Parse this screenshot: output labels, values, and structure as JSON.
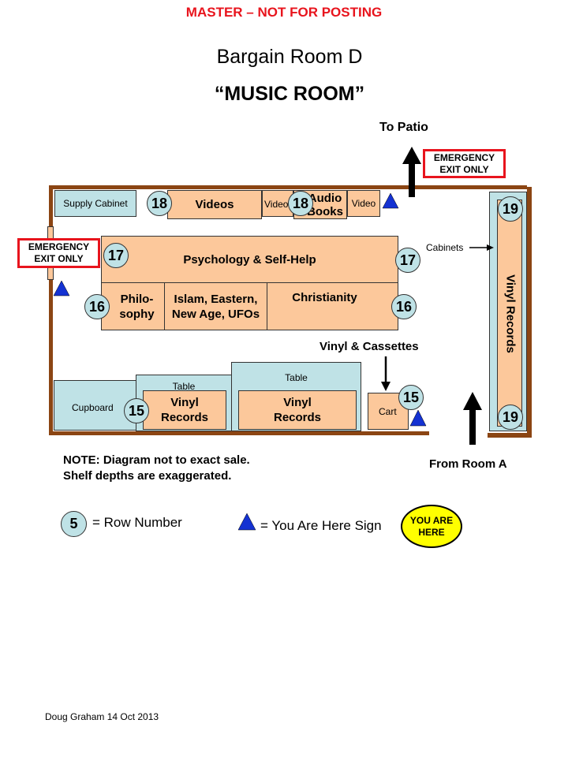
{
  "header": {
    "master": "MASTER – NOT FOR POSTING",
    "room": "Bargain Room D",
    "name": "“MUSIC ROOM”"
  },
  "directions": {
    "to_patio": "To Patio",
    "from_room_a": "From Room A"
  },
  "exits": {
    "top": "EMERGENCY EXIT ONLY",
    "left": "EMERGENCY EXIT ONLY"
  },
  "fixtures": {
    "supply_cabinet": "Supply Cabinet",
    "cupboard": "Cupboard",
    "table1": "Table",
    "table2": "Table",
    "cart": "Cart",
    "cabinets": "Cabinets"
  },
  "shelves": {
    "videos": "Videos",
    "video_small1": "Video",
    "audio_books": "Audio Books",
    "video_small2": "Video",
    "psychology": "Psychology & Self-Help",
    "philosophy": "Philo-sophy",
    "islam": "Islam, Eastern, New Age, UFOs",
    "christianity": "Christianity",
    "vinyl1": "Vinyl Records",
    "vinyl2": "Vinyl Records",
    "vinyl_right": "Vinyl Records"
  },
  "annotations": {
    "vinyl_cassettes": "Vinyl & Cassettes",
    "note1": "NOTE: Diagram not to exact sale.",
    "note2": "Shelf depths are exaggerated."
  },
  "row_numbers": {
    "r18a": "18",
    "r18b": "18",
    "r17a": "17",
    "r17b": "17",
    "r16a": "16",
    "r16b": "16",
    "r15a": "15",
    "r15b": "15",
    "r19a": "19",
    "r19b": "19"
  },
  "legend": {
    "sample_row": "5",
    "row_label": "= Row Number",
    "sign_label": "= You Are Here Sign",
    "you_are_here": "YOU ARE HERE"
  },
  "footer": {
    "credit": "Doug Graham 14 Oct 2013"
  },
  "colors": {
    "shelf": "#fcc89b",
    "fixture": "#bfe2e6",
    "wall": "#8b4513",
    "emergency": "#e8141d",
    "sign": "#1432d2",
    "you_are_here": "#ffff00"
  }
}
